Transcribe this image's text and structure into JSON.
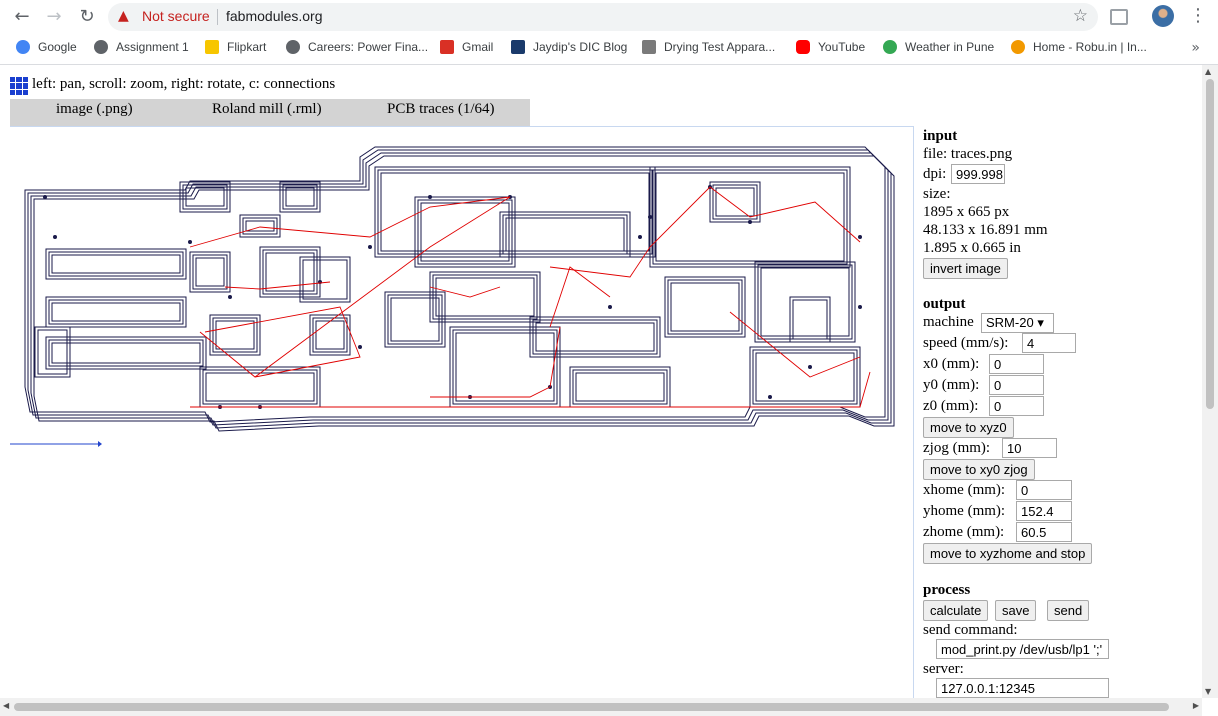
{
  "browser": {
    "not_secure": "Not secure",
    "url": "fabmodules.org",
    "bookmarks": [
      {
        "label": "Google",
        "color": "#4285f4"
      },
      {
        "label": "Assignment 1",
        "color": "#5f6368"
      },
      {
        "label": "Flipkart",
        "color": "#f7c600"
      },
      {
        "label": "Careers: Power Fina...",
        "color": "#5f6368"
      },
      {
        "label": "Gmail",
        "color": "#d93025"
      },
      {
        "label": "Jaydip's DIC Blog",
        "color": "#1a3a6b"
      },
      {
        "label": "Drying Test Appara...",
        "color": "#7a7a7a"
      },
      {
        "label": "YouTube",
        "color": "#ff0000"
      },
      {
        "label": "Weather in Pune",
        "color": "#34a853"
      },
      {
        "label": "Home - Robu.in | In...",
        "color": "#f29900"
      }
    ]
  },
  "app": {
    "hint": "left: pan, scroll: zoom, right: rotate, c: connections",
    "tabs": [
      "image (.png)",
      "Roland mill (.rml)",
      "PCB traces (1/64)"
    ]
  },
  "input": {
    "heading": "input",
    "file": "file: traces.png",
    "dpi_label": "dpi:",
    "dpi_value": "999.998",
    "size_label": "size:",
    "size_px": "1895 x 665 px",
    "size_mm": "48.133 x 16.891 mm",
    "size_in": "1.895 x 0.665 in",
    "invert_button": "invert image"
  },
  "output": {
    "heading": "output",
    "machine_label": "machine",
    "machine_value": "SRM-20",
    "speed_label": "speed (mm/s):",
    "speed_value": "4",
    "x0_label": "x0 (mm):",
    "x0_value": "0",
    "y0_label": "y0 (mm):",
    "y0_value": "0",
    "z0_label": "z0 (mm):",
    "z0_value": "0",
    "move_xyz0_button": "move to xyz0",
    "zjog_label": "zjog (mm):",
    "zjog_value": "10",
    "move_xy0_zjog_button": "move to xy0 zjog",
    "xhome_label": "xhome (mm):",
    "xhome_value": "0",
    "yhome_label": "yhome (mm):",
    "yhome_value": "152.4",
    "zhome_label": "zhome (mm):",
    "zhome_value": "60.5",
    "move_home_button": "move to xyzhome and stop"
  },
  "process": {
    "heading": "process",
    "calculate_button": "calculate",
    "save_button": "save",
    "send_button": "send",
    "send_command_label": "send command:",
    "send_command_value": "mod_print.py /dev/usb/lp1 ';'",
    "server_label": "server:",
    "server_value": "127.0.0.1:12345"
  },
  "colors": {
    "trace": "#1a1a4a",
    "connection": "#e00000",
    "axis": "#2244cc"
  }
}
